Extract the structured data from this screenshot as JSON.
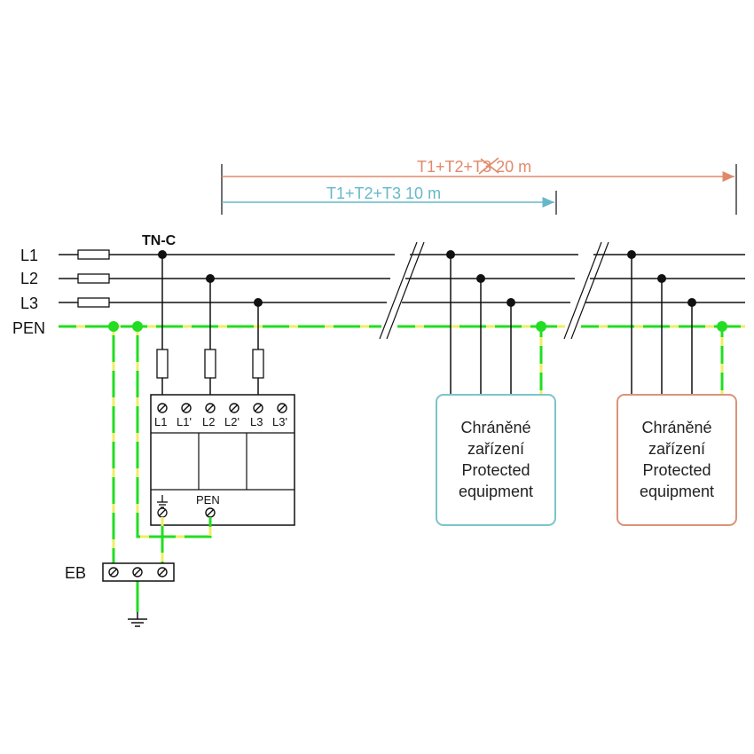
{
  "colors": {
    "line": "#111111",
    "pen_green": "#22dd22",
    "pen_yellow": "#eeee66",
    "range_20m": "#e0896a",
    "range_10m": "#66b8c8",
    "box_1_border": "#7cc4c8",
    "box_2_border": "#d99478"
  },
  "lines": {
    "l1": "L1",
    "l2": "L2",
    "l3": "L3",
    "pen": "PEN"
  },
  "system_label": "TN-C",
  "ranges": {
    "long": {
      "prefix": "T1+T2+",
      "crossed": "T3",
      "suffix": " 20 m"
    },
    "short": {
      "text": "T1+T2+T3 10 m"
    }
  },
  "spd": {
    "terminals_top": [
      "L1",
      "L1'",
      "L2",
      "L2'",
      "L3",
      "L3'"
    ],
    "pen_label": "PEN"
  },
  "earth_bar_label": "EB",
  "equipment": [
    {
      "line1": "Chráněné",
      "line2": "zařízení",
      "line3": "Protected",
      "line4": "equipment"
    },
    {
      "line1": "Chráněné",
      "line2": "zařízení",
      "line3": "Protected",
      "line4": "equipment"
    }
  ]
}
